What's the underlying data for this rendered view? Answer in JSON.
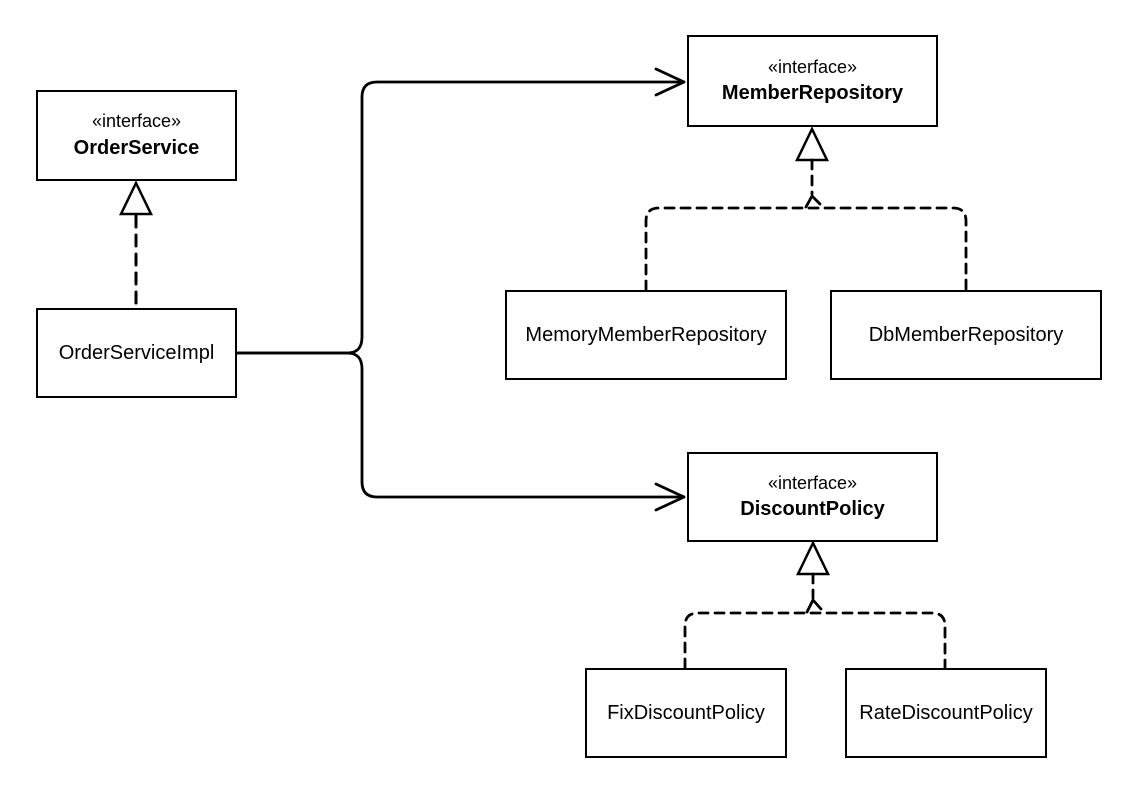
{
  "classes": {
    "order_service": {
      "stereotype": "«interface»",
      "name": "OrderService"
    },
    "order_service_impl": {
      "name": "OrderServiceImpl"
    },
    "member_repository": {
      "stereotype": "«interface»",
      "name": "MemberRepository"
    },
    "memory_member_repository": {
      "name": "MemoryMemberRepository"
    },
    "db_member_repository": {
      "name": "DbMemberRepository"
    },
    "discount_policy": {
      "stereotype": "«interface»",
      "name": "DiscountPolicy"
    },
    "fix_discount_policy": {
      "name": "FixDiscountPolicy"
    },
    "rate_discount_policy": {
      "name": "RateDiscountPolicy"
    }
  },
  "relationships": [
    {
      "from": "OrderServiceImpl",
      "to": "OrderService",
      "type": "realization"
    },
    {
      "from": "OrderServiceImpl",
      "to": "MemberRepository",
      "type": "dependency"
    },
    {
      "from": "OrderServiceImpl",
      "to": "DiscountPolicy",
      "type": "dependency"
    },
    {
      "from": "MemoryMemberRepository",
      "to": "MemberRepository",
      "type": "realization"
    },
    {
      "from": "DbMemberRepository",
      "to": "MemberRepository",
      "type": "realization"
    },
    {
      "from": "FixDiscountPolicy",
      "to": "DiscountPolicy",
      "type": "realization"
    },
    {
      "from": "RateDiscountPolicy",
      "to": "DiscountPolicy",
      "type": "realization"
    }
  ],
  "colors": {
    "stroke": "#000000",
    "background": "#ffffff",
    "box_fill": "#ffffff"
  }
}
